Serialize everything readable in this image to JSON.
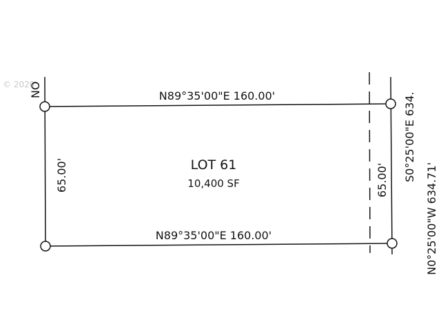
{
  "watermark": "© 2020",
  "lot": {
    "name": "LOT 61",
    "area": "10,400 SF"
  },
  "bearings": {
    "top": "N89°35'00\"E 160.00'",
    "bottom": "N89°35'00\"E 160.00'",
    "left": "65.00'",
    "right_inner": "65.00'",
    "right_outer_1": "S0°25'00\"E 634.",
    "right_outer_2": "N0°25'00\"W 634.71'",
    "left_cut": "NO"
  }
}
